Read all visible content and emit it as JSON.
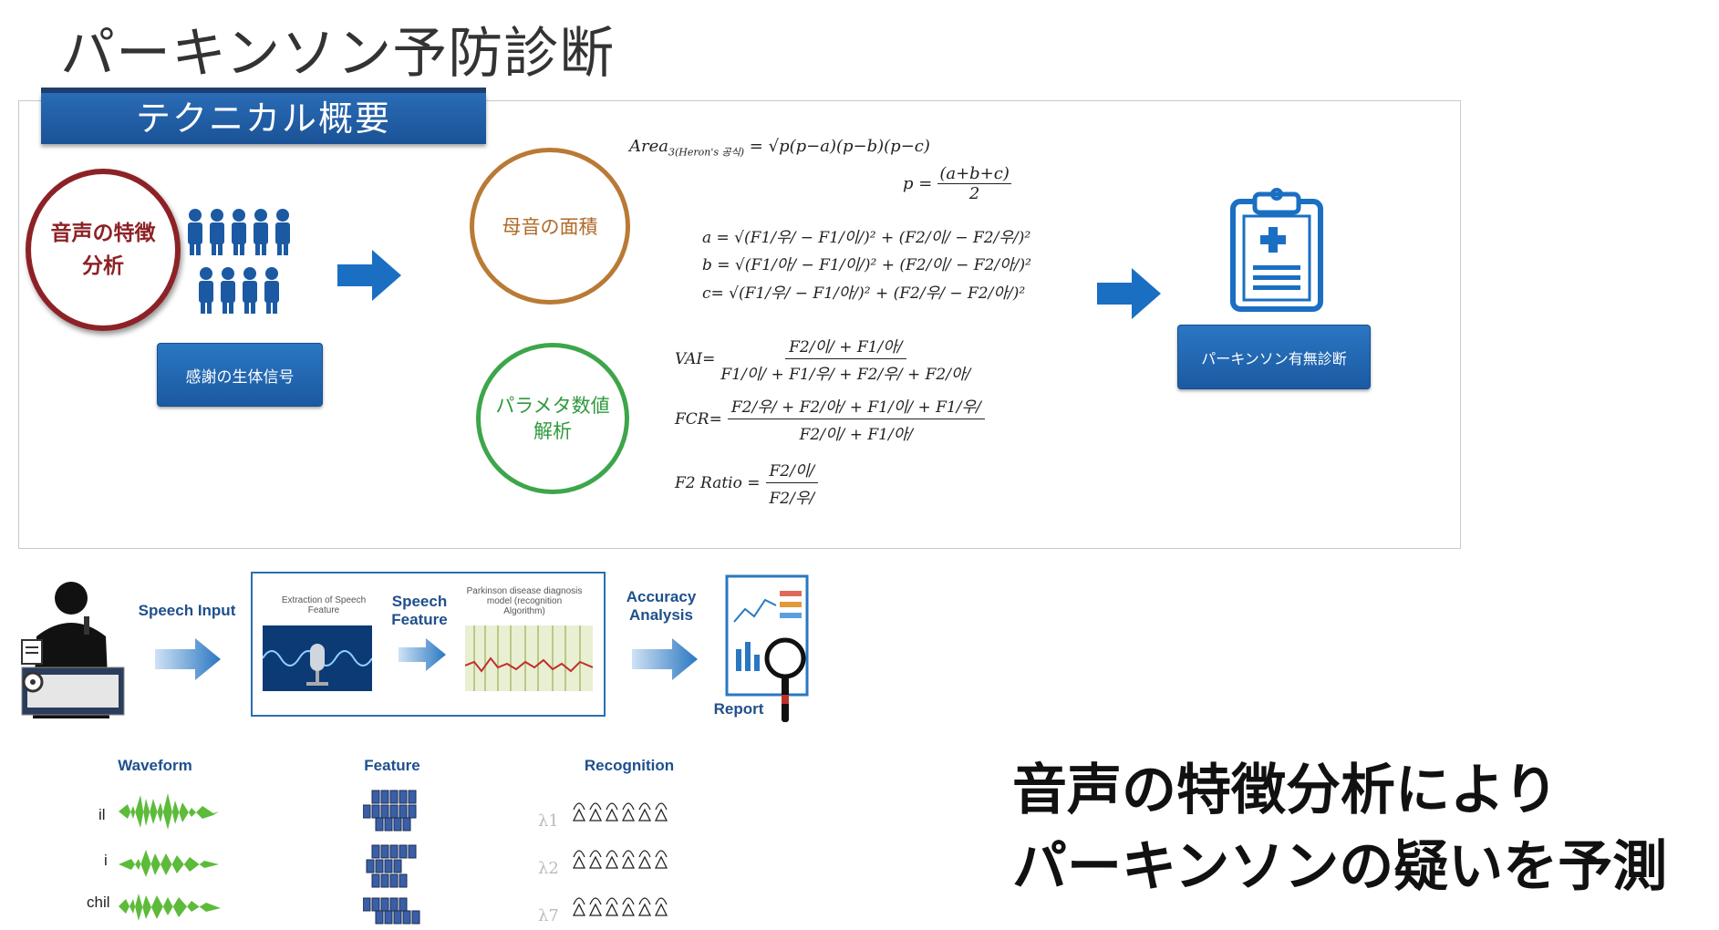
{
  "title": "パーキンソン予防診断",
  "banner": "テクニカル概要",
  "voice_circle": {
    "line1": "音声の特徴",
    "line2": "分析"
  },
  "bio_signal_button": "感謝の生体信号",
  "vowel_circle": "母音の面積",
  "param_circle": {
    "line1": "パラメタ数値",
    "line2": "解析"
  },
  "diagnosis_button": "パーキンソン有無診断",
  "formulas": {
    "heron_lhs": "Area",
    "heron_sub": "3(Heron's 공식)",
    "heron_rhs": "= √p(p−a)(p−b)(p−c)",
    "p_lhs": "p =",
    "p_num": "(a+b+c)",
    "p_den": "2",
    "a_line": "a = √(F1/우/ − F1/이/)² + (F2/이/ − F2/우/)²",
    "b_line": "b = √(F1/아/ − F1/이/)² + (F2/이/ − F2/아/)²",
    "c_line": "c= √(F1/우/ − F1/아/)² + (F2/우/ − F2/아/)²",
    "vai_lhs": "VAI=",
    "vai_num": "F2/이/ + F1/아/",
    "vai_den": "F1/이/ + F1/우/ + F2/우/ + F2/아/",
    "fcr_lhs": "FCR=",
    "fcr_num": "F2/우/ + F2/아/ + F1/이/ + F1/우/",
    "fcr_den": "F2/이/ + F1/아/",
    "f2_lhs": "F2 Ratio =",
    "f2_num": "F2/이/",
    "f2_den": "F2/우/"
  },
  "flow": {
    "speech_input": "Speech Input",
    "extraction": "Extraction of Speech Feature",
    "speech_feature": "Speech Feature",
    "model_caption": "Parkinson disease diagnosis model (recognition Algorithm)",
    "accuracy": "Accuracy Analysis",
    "report": "Report"
  },
  "bottom": {
    "waveform": "Waveform",
    "feature": "Feature",
    "recognition": "Recognition",
    "words": [
      "il",
      "i",
      "chil"
    ],
    "lambdas": [
      "λ1",
      "λ2",
      "λ7"
    ]
  },
  "conclusion": {
    "line1": "音声の特徴分析により",
    "line2": "パーキンソンの疑いを予測"
  },
  "colors": {
    "brand_blue": "#1b5aa3",
    "voice_red": "#8d2226",
    "vowel_brown": "#b97a35",
    "param_green": "#3da64a"
  }
}
